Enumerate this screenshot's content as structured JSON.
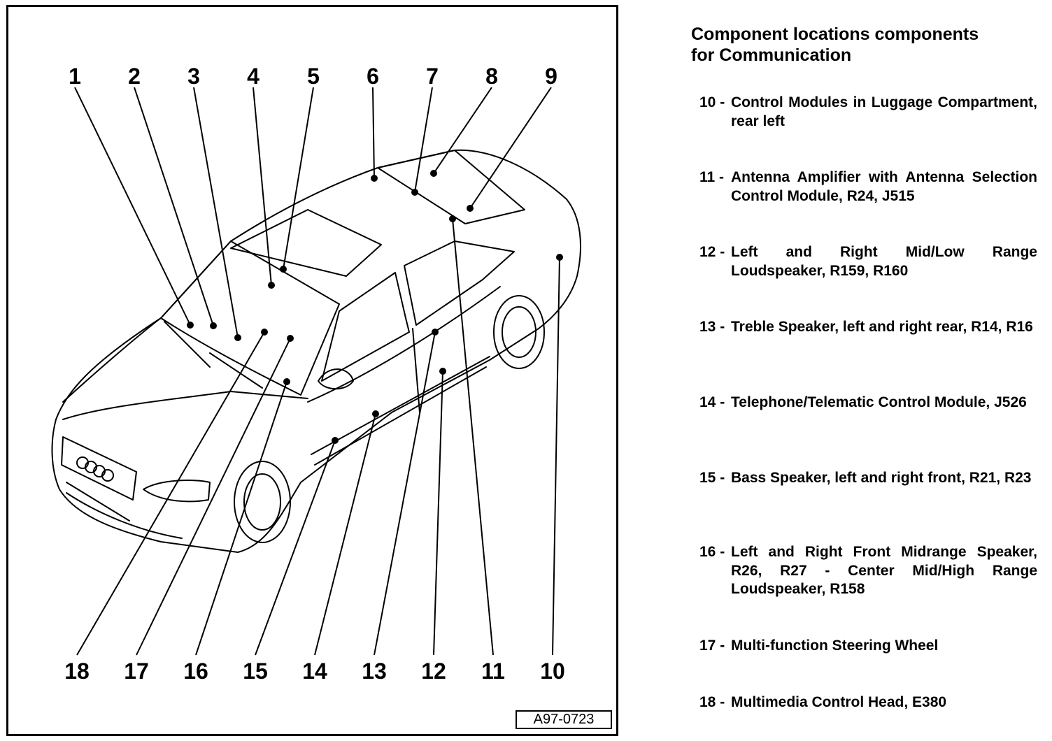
{
  "diagram": {
    "callouts_top": [
      "1",
      "2",
      "3",
      "4",
      "5",
      "6",
      "7",
      "8",
      "9"
    ],
    "callouts_bottom": [
      "18",
      "17",
      "16",
      "15",
      "14",
      "13",
      "12",
      "11",
      "10"
    ],
    "figure_id": "A97-0723"
  },
  "legend": {
    "title_line1": "Component locations components",
    "title_line2": "for Communication",
    "items": [
      {
        "num": "10 -",
        "text": "Control Modules in Luggage Compartment, rear left"
      },
      {
        "num": "11 -",
        "text": "Antenna Amplifier with Antenna Selection Control Module, R24, J515"
      },
      {
        "num": "12 -",
        "text": "Left and Right Mid/Low Range Loudspeaker, R159, R160"
      },
      {
        "num": "13 -",
        "text": "Treble Speaker, left and right rear, R14, R16"
      },
      {
        "num": "14 -",
        "text": "Telephone/Telematic Control Module, J526"
      },
      {
        "num": "15 -",
        "text": "Bass Speaker, left and right front, R21, R23"
      },
      {
        "num": "16 -",
        "text": "Left and Right Front Midrange Speaker, R26, R27 - Center Mid/High Range Loudspeaker, R158"
      },
      {
        "num": "17 -",
        "text": "Multi-function Steering Wheel"
      },
      {
        "num": "18 -",
        "text": "Multimedia Control Head, E380"
      }
    ]
  }
}
